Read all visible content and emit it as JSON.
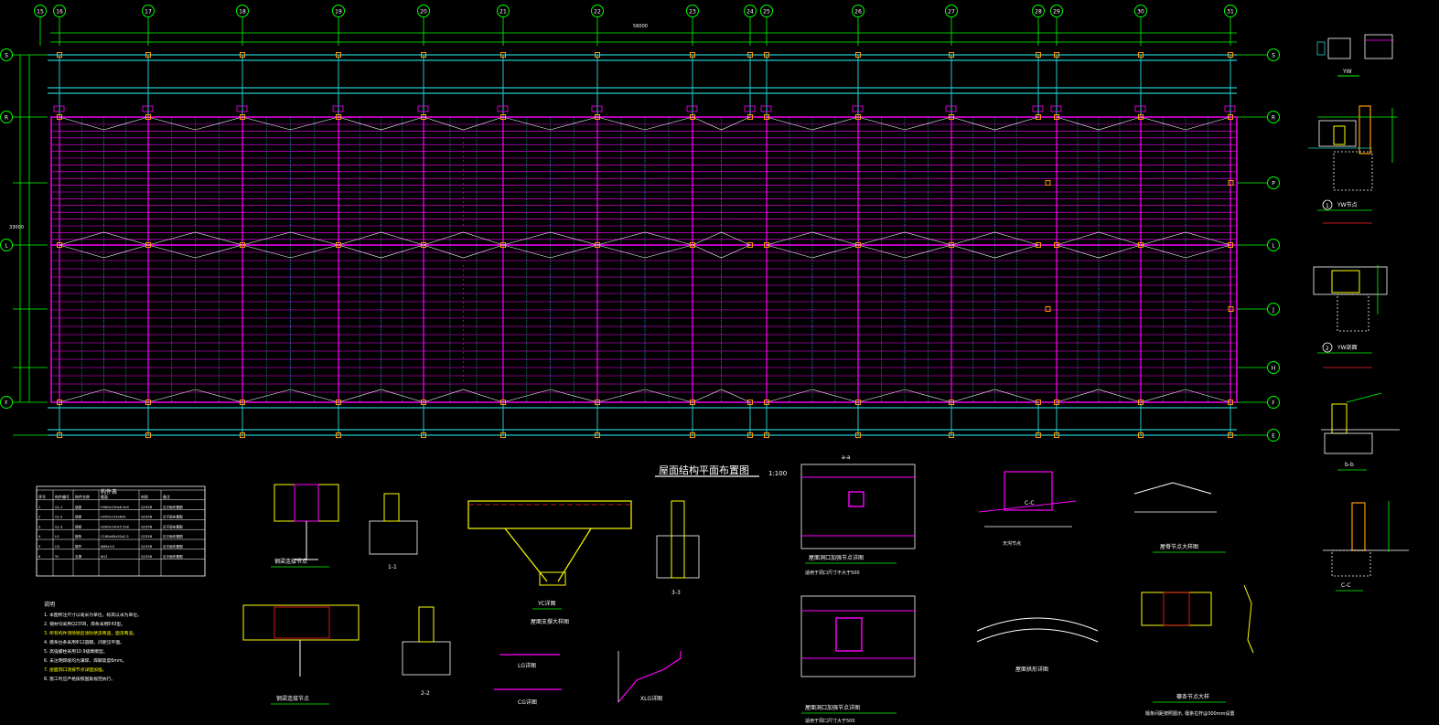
{
  "drawing": {
    "main_title": "屋面结构平面布置图",
    "scale": "1:100",
    "column_axes": [
      "15",
      "16",
      "17",
      "18",
      "19",
      "20",
      "21",
      "22",
      "23",
      "24",
      "25",
      "26",
      "27",
      "28",
      "29",
      "30",
      "31"
    ],
    "row_axes": [
      "S",
      "R",
      "P",
      "L",
      "J",
      "H",
      "F",
      "E"
    ],
    "top_dim_total": "56000",
    "left_dim_total": "33000"
  },
  "details": {
    "yw_label": "YW",
    "circle1": "1",
    "yw_node": "YW节点",
    "circle2": "2",
    "yw_section": "YW剖面",
    "bb": "b-b",
    "cc": "C-C",
    "s11": "1-1",
    "s22": "2-2",
    "s33": "3-3",
    "yc": "YC详图",
    "lg": "LG详图",
    "cg": "CG详图",
    "xlg": "XLG详图",
    "d_node1": "钢梁连接节点",
    "d_node2": "钢梁连接节点",
    "d_yc_sub": "屋面支撑大样图",
    "aa": "a-a",
    "d_open1": "屋面洞口加强节点详图",
    "d_open1_sub": "适用于洞口尺寸不大于500",
    "d_open2": "屋面洞口加强节点详图",
    "d_open2_sub": "适用于洞口尺寸大于500",
    "d_gutter": "天沟节点",
    "d_arch": "屋面拱形详图",
    "d_ridge": "屋脊节点大样图",
    "d_purlin": "檩条节点大样",
    "d_purlin_sub": "檩条间距按照图示, 檩条拉杆@300mm设置"
  },
  "table": {
    "title": "构件表",
    "headers": [
      "序号",
      "构件编号",
      "构件名称",
      "截面",
      "材质",
      "备注"
    ],
    "rows": [
      [
        "1",
        "GL-1",
        "钢梁",
        "H300x150x6.5x9",
        "Q235B",
        "见平面布置图"
      ],
      [
        "2",
        "GL-2",
        "钢梁",
        "H250x125x6x9",
        "Q235B",
        "见平面布置图"
      ],
      [
        "3",
        "GL-3",
        "钢梁",
        "H200x100x5.5x8",
        "Q235B",
        "见平面布置图"
      ],
      [
        "4",
        "LG",
        "檩条",
        "C160x60x20x2.5",
        "Q235B",
        "见平面布置图"
      ],
      [
        "5",
        "CG",
        "撑杆",
        "Φ89x3.0",
        "Q235B",
        "见平面布置图"
      ],
      [
        "6",
        "YC",
        "支撑",
        "Φ12",
        "Q235B",
        "见平面布置图"
      ]
    ]
  },
  "notes": {
    "title": "说明",
    "lines": [
      "1. 本图所注尺寸以毫米为单位，标高以米为单位。",
      "2. 钢材均采用Q235B，焊条采用E43型。",
      "3. 所有构件须除锈后涂防锈漆两道，面漆两道。",
      "4. 檩条拉条采用Φ12圆钢，间距见平面。",
      "5. 高强螺栓采用10.9级摩擦型。",
      "6. 未注明焊缝均为满焊，焊脚高度6mm。",
      "7. 屋面洞口须按节点详图加强。",
      "8. 施工时应严格按照国家规范执行。"
    ]
  },
  "colors": {
    "green": "#00ff00",
    "magenta": "#ff00ff",
    "cyan": "#22c8c8",
    "yellow": "#ffff00",
    "orange": "#ff9900",
    "red": "#ff2020",
    "white": "#ffffff",
    "blue": "#3060ff"
  }
}
